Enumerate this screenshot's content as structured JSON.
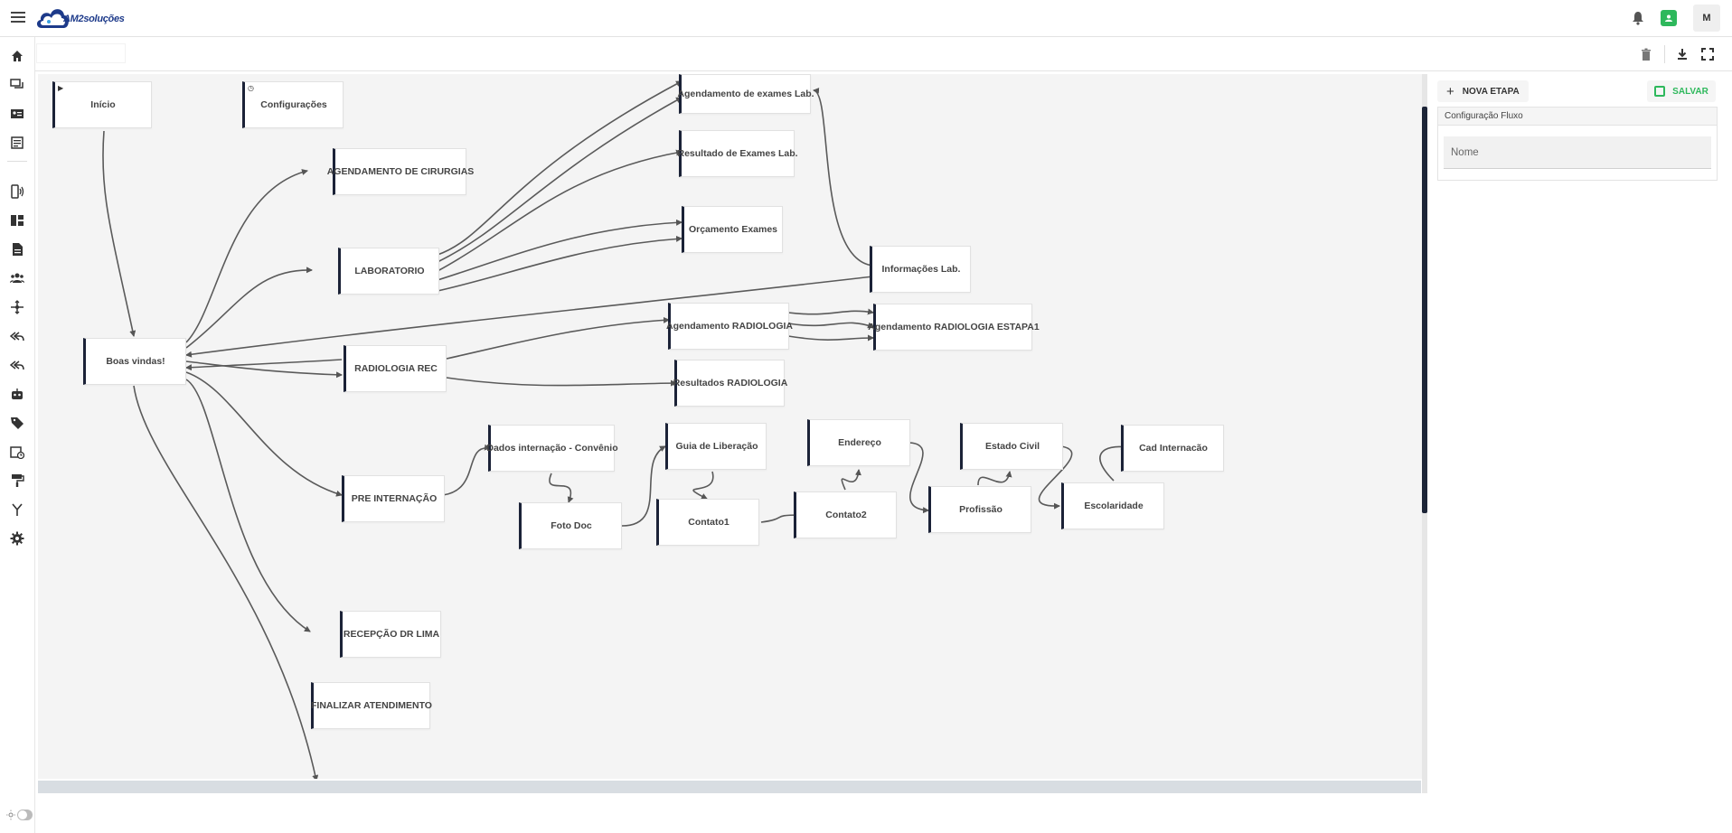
{
  "header": {
    "logo_text": "AM2soluções",
    "avatar_initial": "M"
  },
  "panel": {
    "new_step_label": "NOVA ETAPA",
    "save_label": "SALVAR",
    "config_title": "Configuração Fluxo",
    "name_placeholder": "Nome"
  },
  "colors": {
    "node_accent": "#1b2237",
    "save_green": "#2eb85c",
    "edge": "#555555"
  },
  "flow": {
    "nodes": [
      {
        "id": "inicio",
        "label": "Início",
        "marker": "play"
      },
      {
        "id": "configuracoes",
        "label": "Configurações",
        "marker": "clock"
      },
      {
        "id": "agendamento-cirurgias",
        "label": "AGENDAMENTO DE CIRURGIAS"
      },
      {
        "id": "laboratorio",
        "label": "LABORATORIO"
      },
      {
        "id": "agendamento-exames-lab",
        "label": "Agendamento de exames Lab."
      },
      {
        "id": "resultado-exames-lab",
        "label": "Resultado de Exames Lab."
      },
      {
        "id": "orcamento-exames",
        "label": "Orçamento Exames"
      },
      {
        "id": "informacoes-lab",
        "label": "Informações Lab."
      },
      {
        "id": "boas-vindas",
        "label": "Boas vindas!"
      },
      {
        "id": "radiologia-rec",
        "label": "RADIOLOGIA REC"
      },
      {
        "id": "agendamento-radiologia",
        "label": "Agendamento RADIOLOGIA"
      },
      {
        "id": "agendamento-radiologia-estapa1",
        "label": "Agendamento RADIOLOGIA ESTAPA1"
      },
      {
        "id": "resultados-radiologia",
        "label": "Resultados RADIOLOGIA"
      },
      {
        "id": "pre-internacao",
        "label": "PRE INTERNAÇÃO"
      },
      {
        "id": "dados-internacao",
        "label": "Dados internação - Convênio"
      },
      {
        "id": "foto-doc",
        "label": "Foto Doc"
      },
      {
        "id": "guia-liberacao",
        "label": "Guia de Liberação"
      },
      {
        "id": "contato1",
        "label": "Contato1"
      },
      {
        "id": "endereco",
        "label": "Endereço"
      },
      {
        "id": "contato2",
        "label": "Contato2"
      },
      {
        "id": "estado-civil",
        "label": "Estado Civil"
      },
      {
        "id": "profissao",
        "label": "Profissão"
      },
      {
        "id": "escolaridade",
        "label": "Escolaridade"
      },
      {
        "id": "cad-internacao",
        "label": "Cad Internacão"
      },
      {
        "id": "recepcao-dr-lima",
        "label": "RECEPÇÃO DR LIMA"
      },
      {
        "id": "finalizar-atendimento",
        "label": "FINALIZAR ATENDIMENTO"
      }
    ]
  }
}
